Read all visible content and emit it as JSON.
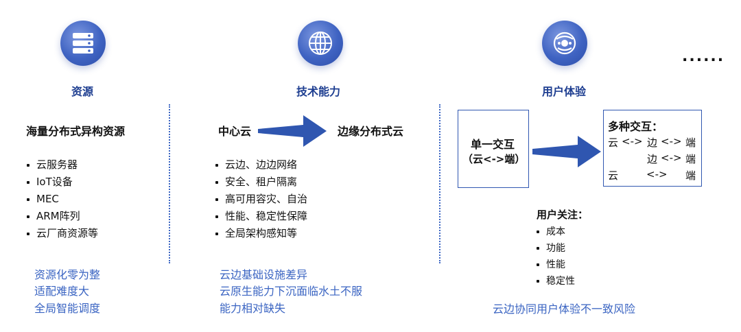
{
  "columns": {
    "resources": {
      "title": "资源",
      "icon": "server-icon",
      "heading": "海量分布式异构资源",
      "bullets": [
        "云服务器",
        "IoT设备",
        "MEC",
        "ARM阵列",
        "云厂商资源等"
      ],
      "challenges": [
        "资源化零为整",
        "适配难度大",
        "全局智能调度"
      ]
    },
    "tech": {
      "title": "技术能力",
      "icon": "globe-icon",
      "from": "中心云",
      "to": "边缘分布式云",
      "bullets": [
        "云边、边边网络",
        "安全、租户隔离",
        "高可用容灾、自治",
        "性能、稳定性保障",
        "全局架构感知等"
      ],
      "challenges": [
        "云边基础设施差异",
        "云原生能力下沉面临水土不服",
        "能力相对缺失"
      ]
    },
    "ux": {
      "title": "用户体验",
      "icon": "user-experience-icon",
      "single": {
        "line1": "单一交互",
        "line2": "（云<->端）"
      },
      "multi": {
        "heading": "多种交互：",
        "row1": [
          "云",
          "<->",
          "边",
          "<->",
          "端"
        ],
        "row2": [
          "边",
          "<->",
          "端"
        ],
        "row3": [
          "云",
          "<->",
          "端"
        ]
      },
      "concern_title": "用户关注：",
      "concerns": [
        "成本",
        "功能",
        "性能",
        "稳定性"
      ],
      "risk": "云边协同用户体验不一致风险"
    }
  },
  "more": "......",
  "colors": {
    "accent": "#3a64c2",
    "dark_blue": "#1f3f91",
    "arrow": "#2f56b0"
  }
}
